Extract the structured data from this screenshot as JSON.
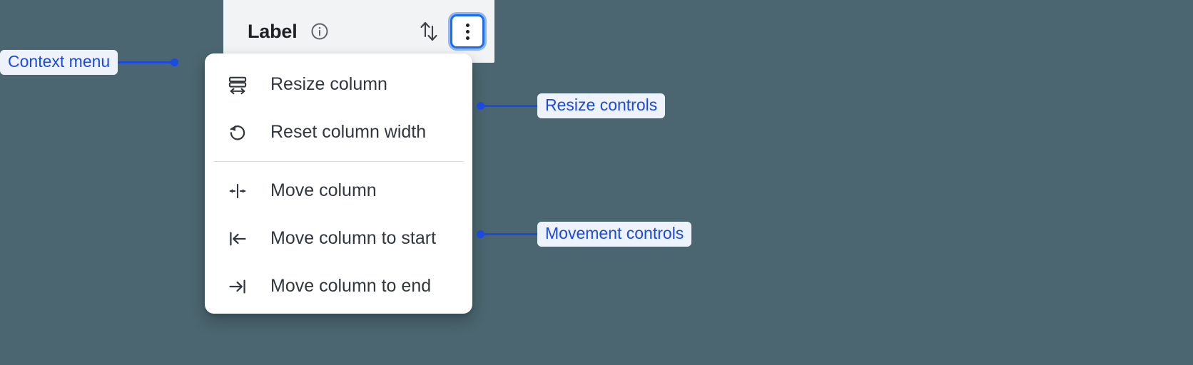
{
  "theme": {
    "background": "#4b6670",
    "panel_background": "#f1f3f4",
    "menu_background": "#ffffff",
    "accent_blue": "#1b4ae0",
    "focus_ring_blue": "#1b6ef3",
    "text_primary": "#202124",
    "menu_text": "#32363d",
    "divider": "#dadce0",
    "icon_gray": "#5f6368"
  },
  "column_header": {
    "label": "Label",
    "info_icon": "info-circle-icon",
    "sort_icon": "sort-arrows-updown-icon",
    "kebab_icon": "more-vertical-icon"
  },
  "menu": {
    "groups": [
      {
        "name": "resize",
        "items": [
          {
            "label": "Resize column",
            "icon": "resize-column-icon"
          },
          {
            "label": "Reset column width",
            "icon": "reset-rotate-ccw-icon"
          }
        ]
      },
      {
        "name": "movement",
        "items": [
          {
            "label": "Move column",
            "icon": "move-left-right-icon"
          },
          {
            "label": "Move column to start",
            "icon": "move-to-start-icon"
          },
          {
            "label": "Move column to end",
            "icon": "move-to-end-icon"
          }
        ]
      }
    ]
  },
  "callouts": [
    {
      "id": "context-menu",
      "label": "Context menu"
    },
    {
      "id": "resize",
      "label": "Resize controls"
    },
    {
      "id": "movement",
      "label": "Movement controls"
    }
  ]
}
